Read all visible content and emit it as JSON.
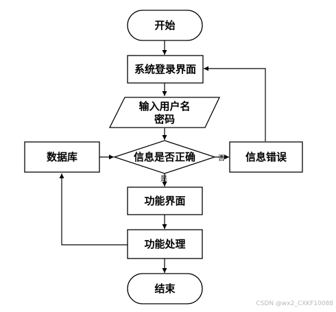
{
  "nodes": {
    "start": "开始",
    "login": "系统登录界面",
    "input_line1": "输入用户名",
    "input_line2": "密码",
    "decision": "信息是否正确",
    "database": "数据库",
    "error": "信息错误",
    "function_ui": "功能界面",
    "process": "功能处理",
    "end": "结束"
  },
  "edges": {
    "yes": "是",
    "no": "否"
  },
  "watermark": "CSDN @wx2_CXKF10088"
}
